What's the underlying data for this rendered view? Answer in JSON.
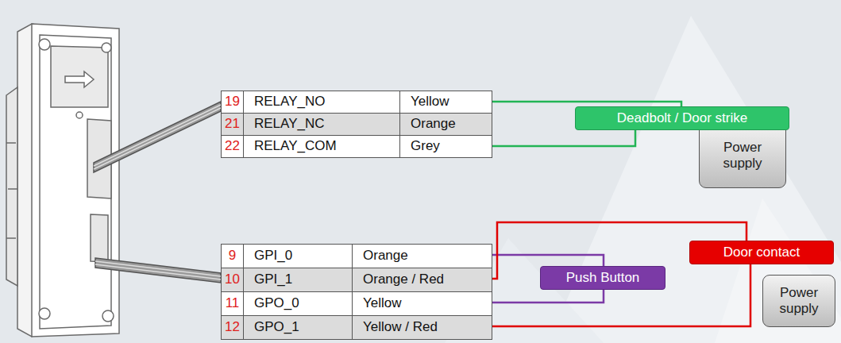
{
  "diagram": {
    "nodes": [
      {
        "text": [
          "Deadbolt / Door strike"
        ]
      },
      {
        "text": [
          "Power supply"
        ]
      },
      {
        "text": [
          "Door contact"
        ]
      },
      {
        "text": [
          "Push Button"
        ]
      },
      {
        "text": [
          "Power supply"
        ]
      }
    ],
    "labels": [
      "19",
      "RELAY_NO",
      "Yellow",
      "21",
      "RELAY_NC",
      "Orange",
      "22",
      "RELAY_COM",
      "Grey",
      "9",
      "GPI_0",
      "Orange",
      "10",
      "GPI_1",
      "Orange / Red",
      "11",
      "GPO_0",
      "Yellow",
      "12",
      "GPO_1",
      "Yellow / Red"
    ]
  }
}
